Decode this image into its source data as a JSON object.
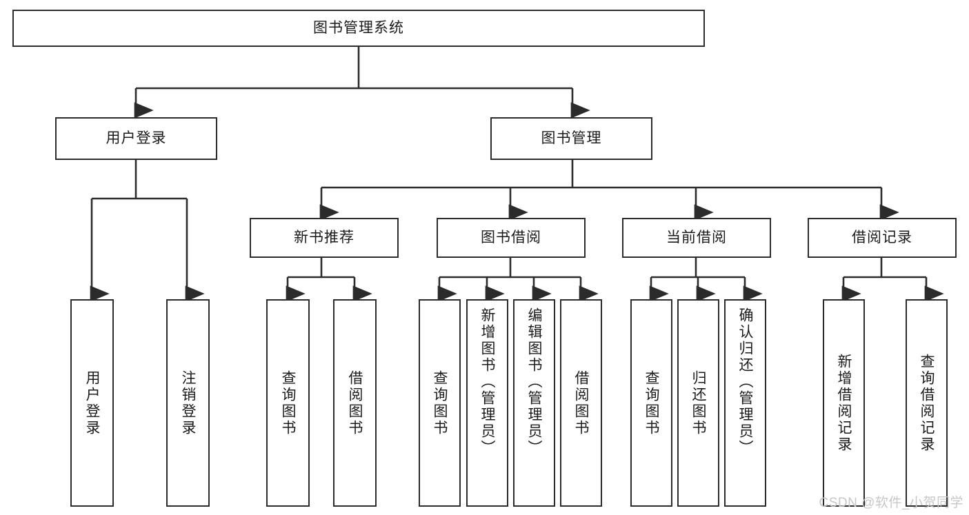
{
  "diagram": {
    "title": "图书管理系统",
    "type": "tree",
    "root": {
      "id": "root",
      "label": "图书管理系统"
    },
    "level2": [
      {
        "id": "user-login",
        "label": "用户登录"
      },
      {
        "id": "book-management",
        "label": "图书管理"
      }
    ],
    "level3": [
      {
        "id": "new-book-recommend",
        "label": "新书推荐"
      },
      {
        "id": "book-borrow",
        "label": "图书借阅"
      },
      {
        "id": "current-borrow",
        "label": "当前借阅"
      },
      {
        "id": "borrow-record",
        "label": "借阅记录"
      }
    ],
    "leaves": {
      "user_login": [
        {
          "id": "leaf-user-login",
          "label": "用户登录"
        },
        {
          "id": "leaf-logout-login",
          "label": "注销登录"
        }
      ],
      "new_book_recommend": [
        {
          "id": "leaf-query-book-1",
          "label": "查询图书"
        },
        {
          "id": "leaf-borrow-book-1",
          "label": "借阅图书"
        }
      ],
      "book_borrow": [
        {
          "id": "leaf-query-book-2",
          "label": "查询图书"
        },
        {
          "id": "leaf-add-book",
          "label": "新增图书（管理员）"
        },
        {
          "id": "leaf-edit-book",
          "label": "编辑图书（管理员）"
        },
        {
          "id": "leaf-borrow-book-2",
          "label": "借阅图书"
        }
      ],
      "current_borrow": [
        {
          "id": "leaf-query-book-3",
          "label": "查询图书"
        },
        {
          "id": "leaf-return-book",
          "label": "归还图书"
        },
        {
          "id": "leaf-confirm-return",
          "label": "确认归还（管理员）"
        }
      ],
      "borrow_record": [
        {
          "id": "leaf-add-record",
          "label": "新增借阅记录"
        },
        {
          "id": "leaf-query-record",
          "label": "查询借阅记录"
        }
      ]
    }
  },
  "watermark": {
    "text": "CSDN @软件_小贺同学"
  },
  "colors": {
    "stroke": "#2b2b2b",
    "background": "#ffffff",
    "text": "#1a1a1a",
    "watermark": "#c7c7c7"
  }
}
